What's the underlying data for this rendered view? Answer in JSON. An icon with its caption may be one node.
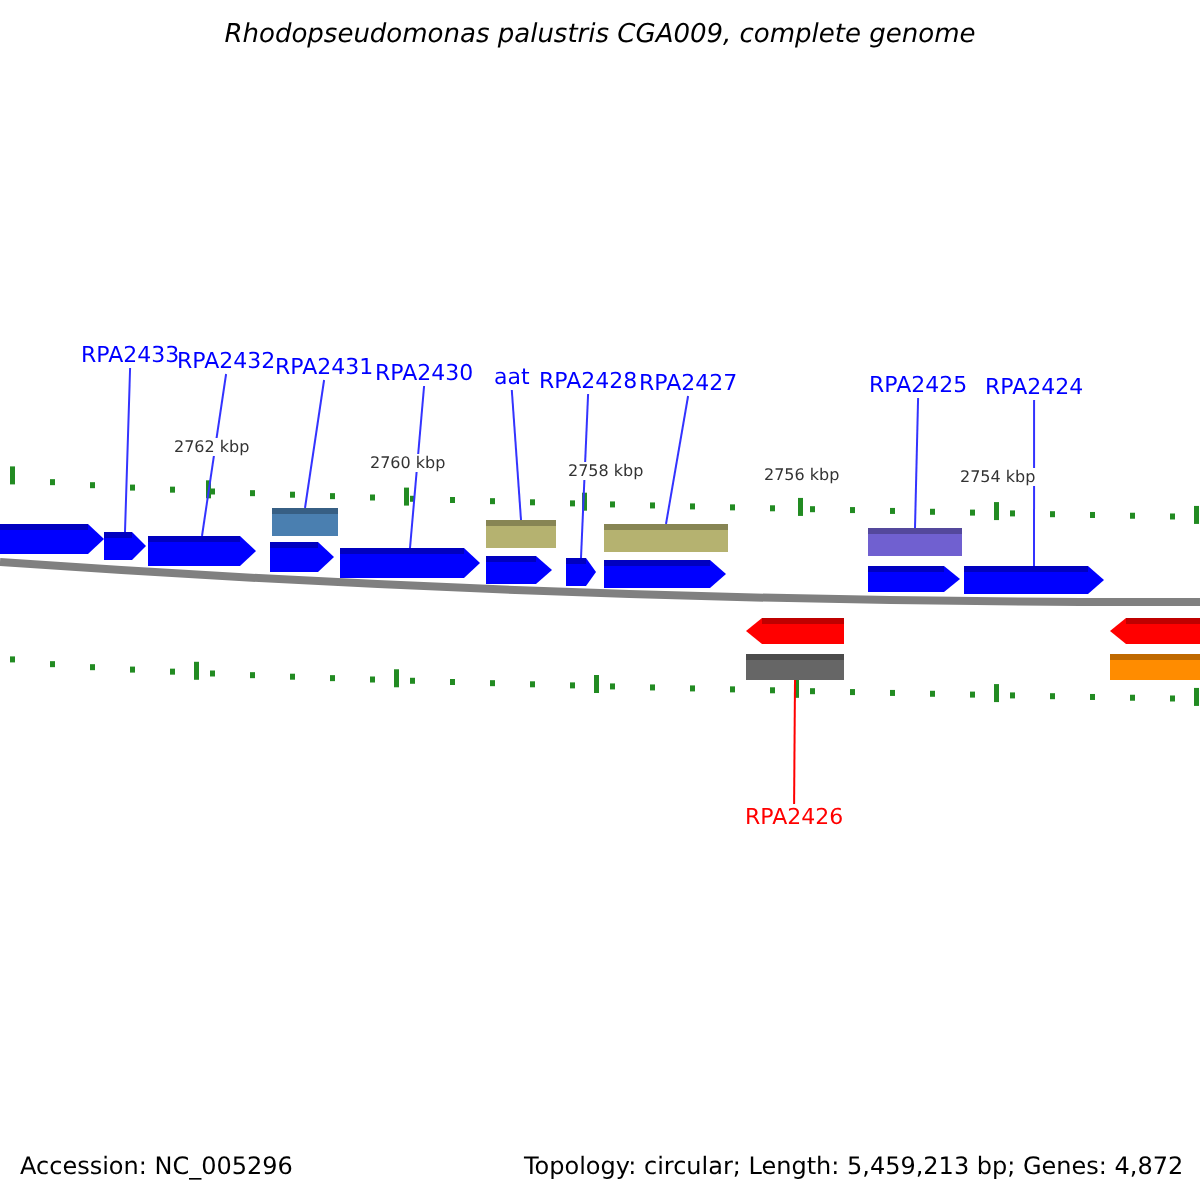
{
  "diagram": {
    "title": "Rhodopseudomonas palustris CGA009, complete genome",
    "nodes": [
      {
        "text": [
          "RPA2433"
        ]
      },
      {
        "text": [
          "RPA2432"
        ]
      },
      {
        "text": [
          "RPA2431"
        ]
      },
      {
        "text": [
          "RPA2430"
        ]
      },
      {
        "text": [
          "aat"
        ]
      },
      {
        "text": [
          "RPA2428"
        ]
      },
      {
        "text": [
          "RPA2427"
        ]
      },
      {
        "text": [
          "RPA2425"
        ]
      },
      {
        "text": [
          "RPA2424"
        ]
      },
      {
        "text": [
          "RPA2426"
        ]
      },
      {
        "text": [],
        "shape": "bar"
      },
      {
        "text": [],
        "shape": "bar"
      },
      {
        "text": [],
        "shape": "bar"
      },
      {
        "text": [],
        "shape": "bar"
      },
      {
        "text": [],
        "shape": "arrow"
      },
      {
        "text": [],
        "shape": "arrow"
      },
      {
        "text": [],
        "shape": "arrow"
      },
      {
        "text": [],
        "shape": "arrow"
      },
      {
        "text": [],
        "shape": "arrow"
      },
      {
        "text": [],
        "shape": "arrow"
      },
      {
        "text": [],
        "shape": "arrow"
      },
      {
        "text": [],
        "shape": "arrow"
      },
      {
        "text": [],
        "shape": "arrow"
      },
      {
        "text": [],
        "shape": "arrow"
      },
      {
        "text": [],
        "shape": "arrow"
      },
      {
        "text": [],
        "shape": "bar"
      },
      {
        "text": [],
        "shape": "arrow"
      },
      {
        "text": [],
        "shape": "bar"
      }
    ],
    "edges": [
      {
        "from": 0,
        "to": 15,
        "arrow": "none"
      },
      {
        "from": 1,
        "to": 16,
        "arrow": "none"
      },
      {
        "from": 2,
        "to": 10,
        "arrow": "none"
      },
      {
        "from": 3,
        "to": 18,
        "arrow": "none"
      },
      {
        "from": 4,
        "to": 11,
        "arrow": "none"
      },
      {
        "from": 5,
        "to": 20,
        "arrow": "none"
      },
      {
        "from": 6,
        "to": 12,
        "arrow": "none"
      },
      {
        "from": 7,
        "to": 13,
        "arrow": "none"
      },
      {
        "from": 8,
        "to": 23,
        "arrow": "none"
      },
      {
        "from": 9,
        "to": 25,
        "arrow": "none",
        "color": "#ff0000"
      }
    ],
    "labels": [
      "2762 kbp",
      "2760 kbp",
      "2758 kbp",
      "2756 kbp",
      "2754 kbp",
      "Accession: NC_005296",
      "Topology: circular; Length: 5,459,213 bp; Genes: 4,872"
    ]
  }
}
